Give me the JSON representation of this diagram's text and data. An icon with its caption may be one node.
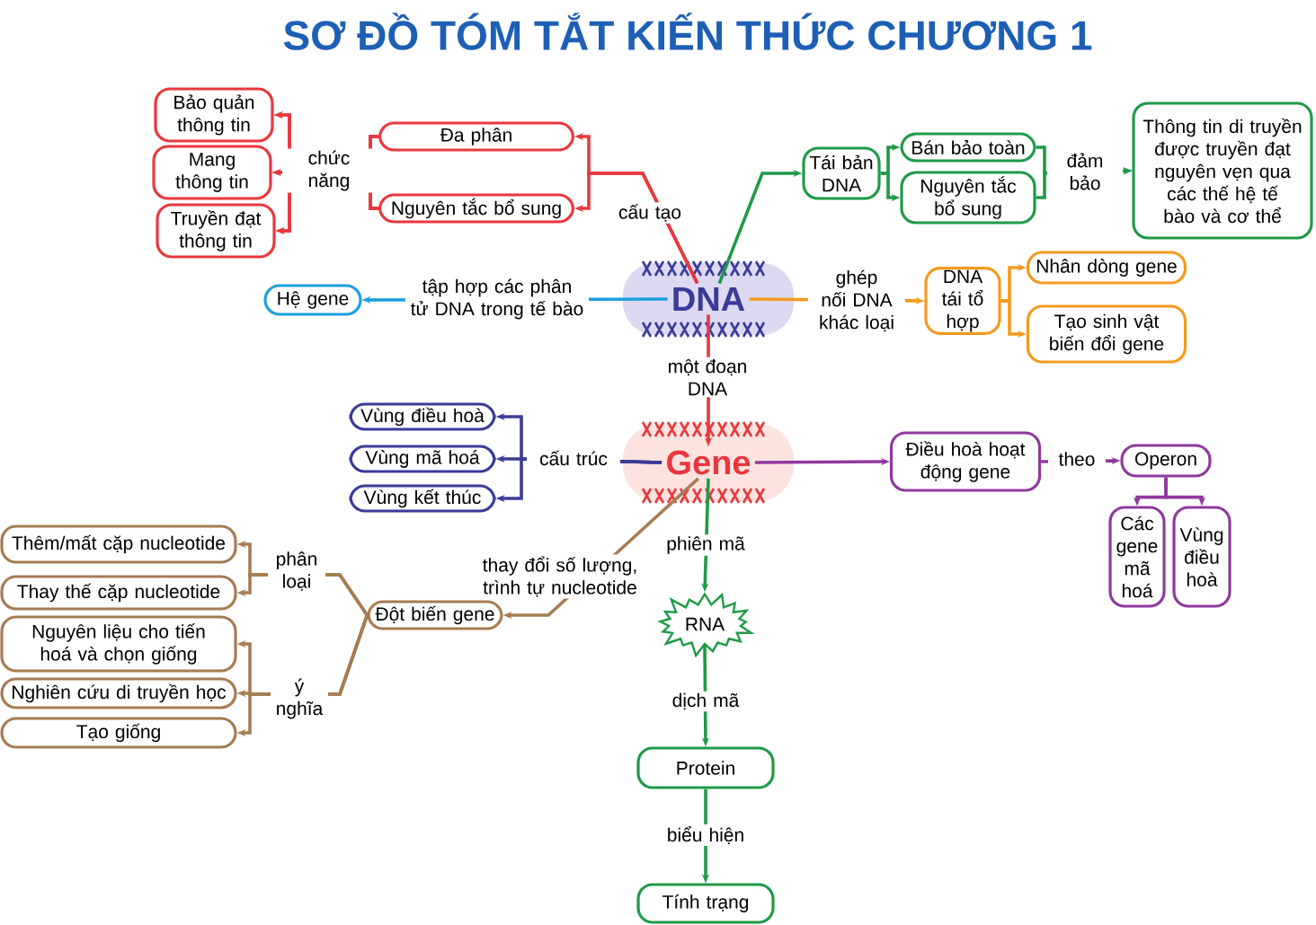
{
  "diagram": {
    "title": "SƠ ĐỒ TÓM TẮT KIẾN THỨC CHƯƠNG 1",
    "nodes": [
      {
        "text": [
          "Bảo quản thông tin"
        ]
      },
      {
        "text": [
          "Mang thông tin"
        ]
      },
      {
        "text": [
          "Truyền đạt thông tin"
        ]
      },
      {
        "text": [
          "Đa phân"
        ]
      },
      {
        "text": [
          "Nguyên tắc bổ sung"
        ]
      },
      {
        "text": [
          "Tái bản DNA"
        ]
      },
      {
        "text": [
          "Bán bảo toàn"
        ]
      },
      {
        "text": [
          "Nguyên tắc bổ sung"
        ]
      },
      {
        "text": [
          "Thông tin di truyền được truyền đạt nguyên vẹn qua các thế hệ tế bào và cơ thể"
        ]
      },
      {
        "text": [
          "Hệ gene"
        ]
      },
      {
        "text": [
          "DNA"
        ]
      },
      {
        "text": [
          "DNA tái tổ hợp"
        ]
      },
      {
        "text": [
          "Nhân dòng gene"
        ]
      },
      {
        "text": [
          "Tạo sinh vật biến đổi gene"
        ]
      },
      {
        "text": [
          "Vùng điều hoà"
        ]
      },
      {
        "text": [
          "Vùng mã hoá"
        ]
      },
      {
        "text": [
          "Vùng kết thúc"
        ]
      },
      {
        "text": [
          "Gene"
        ]
      },
      {
        "text": [
          "Điều hoà hoạt động gene"
        ]
      },
      {
        "text": [
          "Operon"
        ]
      },
      {
        "text": [
          "Các gene mã hoá"
        ]
      },
      {
        "text": [
          "Vùng điều hoà"
        ]
      },
      {
        "text": [
          "Thêm/mất cặp nucleotide"
        ]
      },
      {
        "text": [
          "Thay thế cặp nucleotide"
        ]
      },
      {
        "text": [
          "Nguyên liệu cho tiến hoá và chọn giống"
        ]
      },
      {
        "text": [
          "Đột biến gene"
        ]
      },
      {
        "text": [
          "Nghiên cứu di truyền học"
        ]
      },
      {
        "text": [
          "Tạo giống"
        ]
      },
      {
        "text": [
          "RNA"
        ]
      },
      {
        "text": [
          "Protein"
        ]
      },
      {
        "text": [
          "Tính trạng"
        ]
      }
    ],
    "edges": [
      {
        "from": 10,
        "to": 3,
        "arrow": "to",
        "label": "cấu tạo"
      },
      {
        "from": 10,
        "to": 4,
        "arrow": "to"
      },
      {
        "from": 3,
        "to": 0,
        "arrow": "to",
        "label": "chức năng"
      },
      {
        "from": 3,
        "to": 1,
        "arrow": "to"
      },
      {
        "from": 3,
        "to": 2,
        "arrow": "to"
      },
      {
        "from": 4,
        "to": 0,
        "arrow": "to"
      },
      {
        "from": 4,
        "to": 1,
        "arrow": "to"
      },
      {
        "from": 4,
        "to": 2,
        "arrow": "to"
      },
      {
        "from": 10,
        "to": 5,
        "arrow": "to",
        "color": "#1f9a48"
      },
      {
        "from": 5,
        "to": 6,
        "arrow": "to",
        "color": "#1f9a48"
      },
      {
        "from": 5,
        "to": 7,
        "arrow": "to",
        "color": "#1f9a48"
      },
      {
        "from": 6,
        "to": 8,
        "arrow": "to",
        "label": "đảm bảo",
        "color": "#1f9a48"
      },
      {
        "from": 7,
        "to": 8,
        "arrow": "to",
        "color": "#1f9a48"
      },
      {
        "from": 10,
        "to": 9,
        "arrow": "to",
        "label": "tập hợp các phân tử DNA trong tế bào",
        "color": "#1ba0e0"
      },
      {
        "from": 10,
        "to": 11,
        "arrow": "to",
        "label": "ghép nối DNA khác loại",
        "color": "#f39a1e"
      },
      {
        "from": 11,
        "to": 12,
        "arrow": "to",
        "color": "#f39a1e"
      },
      {
        "from": 11,
        "to": 13,
        "arrow": "to",
        "color": "#f39a1e"
      },
      {
        "from": 10,
        "to": 17,
        "arrow": "to",
        "label": "một đoạn DNA"
      },
      {
        "from": 17,
        "to": 14,
        "arrow": "to",
        "label": "cấu trúc",
        "color": "#3b3b98"
      },
      {
        "from": 17,
        "to": 15,
        "arrow": "to",
        "color": "#3b3b98"
      },
      {
        "from": 17,
        "to": 16,
        "arrow": "to",
        "color": "#3b3b98"
      },
      {
        "from": 17,
        "to": 18,
        "arrow": "to",
        "color": "#8e3a9d"
      },
      {
        "from": 18,
        "to": 19,
        "arrow": "to",
        "label": "theo",
        "color": "#8e3a9d"
      },
      {
        "from": 19,
        "to": 20,
        "arrow": "to",
        "color": "#8e3a9d"
      },
      {
        "from": 19,
        "to": 21,
        "arrow": "to",
        "color": "#8e3a9d"
      },
      {
        "from": 17,
        "to": 25,
        "arrow": "to",
        "label": "thay đổi số lượng, trình tự nucleotide",
        "color": "#a67c52"
      },
      {
        "from": 25,
        "to": 22,
        "arrow": "to",
        "label": "phân loại",
        "color": "#a67c52"
      },
      {
        "from": 25,
        "to": 23,
        "arrow": "to",
        "color": "#a67c52"
      },
      {
        "from": 25,
        "to": 24,
        "arrow": "to",
        "label": "ý nghĩa",
        "color": "#a67c52"
      },
      {
        "from": 25,
        "to": 26,
        "arrow": "to",
        "color": "#a67c52"
      },
      {
        "from": 25,
        "to": 27,
        "arrow": "to",
        "color": "#a67c52"
      },
      {
        "from": 17,
        "to": 28,
        "arrow": "to",
        "label": "phiên mã",
        "color": "#1f9a48"
      },
      {
        "from": 28,
        "to": 29,
        "arrow": "to",
        "label": "dịch mã",
        "color": "#1f9a48"
      },
      {
        "from": 29,
        "to": 30,
        "arrow": "to",
        "label": "biểu hiện",
        "color": "#1f9a48"
      }
    ]
  }
}
